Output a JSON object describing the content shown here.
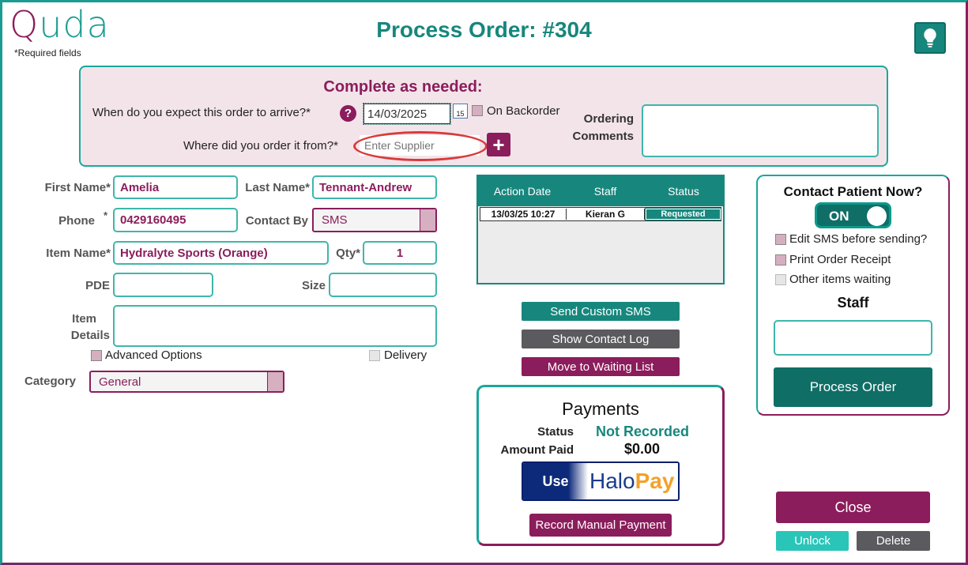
{
  "app": {
    "logo": "Quda",
    "logo_q": "Q",
    "logo_rest": "uda",
    "required_note": "*Required fields"
  },
  "title": "Process Order: #304",
  "complete": {
    "heading": "Complete as needed:",
    "arrive_label": "When do you expect this order to arrive?*",
    "arrive_value": "14/03/2025",
    "calendar_day": "15",
    "backorder_label": "On Backorder",
    "supplier_label": "Where did you order it from?*",
    "supplier_placeholder": "Enter Supplier",
    "comments_label_1": "Ordering",
    "comments_label_2": "Comments"
  },
  "form": {
    "first_name_label": "First Name*",
    "first_name": "Amelia",
    "last_name_label": "Last Name*",
    "last_name": "Tennant-Andrew",
    "phone_label": "Phone",
    "phone_star": "*",
    "phone": "0429160495",
    "contact_by_label": "Contact By",
    "contact_by": "SMS",
    "item_name_label": "Item Name*",
    "item_name": "Hydralyte Sports (Orange)",
    "qty_label": "Qty*",
    "qty": "1",
    "pde_label": "PDE",
    "size_label": "Size",
    "item_details_label_1": "Item",
    "item_details_label_2": "Details",
    "advanced_label": "Advanced Options",
    "delivery_label": "Delivery",
    "category_label": "Category",
    "category": "General"
  },
  "log": {
    "headers": [
      "Action Date",
      "Staff",
      "Status"
    ],
    "rows": [
      {
        "date": "13/03/25 10:27",
        "staff": "Kieran G",
        "status": "Requested"
      }
    ]
  },
  "actions": {
    "send_sms": "Send Custom SMS",
    "show_log": "Show Contact Log",
    "move_waiting": "Move to Waiting List"
  },
  "payments": {
    "heading": "Payments",
    "status_label": "Status",
    "status_value": "Not Recorded",
    "amount_label": "Amount Paid",
    "amount_value": "$0.00",
    "use_label": "Use",
    "halo_1": "Halo",
    "halo_2": "Pay",
    "manual": "Record Manual Payment"
  },
  "contact": {
    "heading": "Contact Patient Now?",
    "toggle": "ON",
    "edit_sms": "Edit SMS before sending?",
    "print_receipt": "Print Order Receipt",
    "other_items": "Other items waiting",
    "staff_label": "Staff",
    "process": "Process Order"
  },
  "footer": {
    "close": "Close",
    "unlock": "Unlock",
    "delete": "Delete"
  },
  "colors": {
    "teal": "#17877d",
    "plum": "#8b1d5c",
    "panel": "#f3e4ea"
  }
}
